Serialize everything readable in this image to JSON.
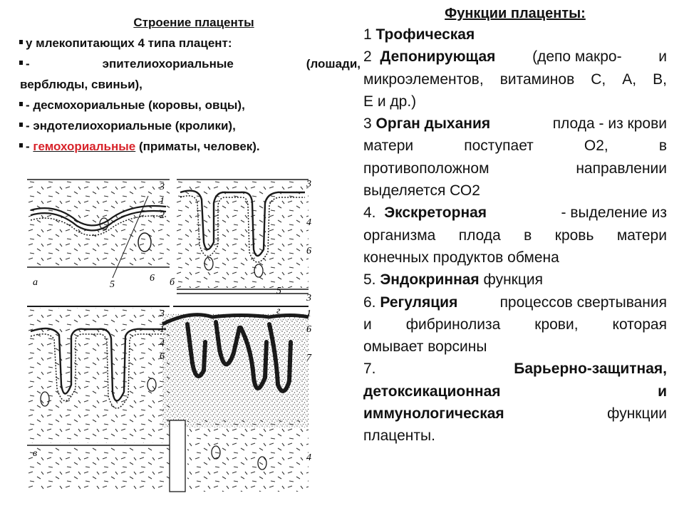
{
  "left": {
    "title": "Строение плаценты",
    "intro": "у млекопитающих 4 типа плацент:",
    "items": [
      {
        "dash": "-",
        "name": "эпителиохориальные",
        "detail": "(лошади,",
        "cont": "верблюды, свиньи),"
      },
      {
        "text": "- десмохориальные (коровы, овцы),"
      },
      {
        "text": "- эндотелиохориальные (кролики),"
      },
      {
        "dash": "- ",
        "name": "гемохориальные",
        "detail": " (приматы, человек)."
      }
    ]
  },
  "figure": {
    "panel_labels": [
      "а",
      "б",
      "в",
      "г"
    ],
    "numbers": [
      "1",
      "2",
      "3",
      "4",
      "5",
      "6",
      "7"
    ],
    "colors": {
      "ink": "#1a1a1a",
      "stipple": "#6a6a6a"
    }
  },
  "right": {
    "title": "Функции плаценты:",
    "items": [
      {
        "num": "1",
        "bold": "Трофическая"
      },
      {
        "num": "2",
        "bold": "Депонирующая",
        "l1": "(депо макро-",
        "l1b": "и",
        "l2": [
          "микроэлементов,",
          "витаминов",
          "С,",
          "А,",
          "В,"
        ],
        "l3": "Е и др.)"
      },
      {
        "num": "3",
        "bold": "Орган дыхания",
        "l1": "плода - из крови",
        "l2": [
          "матери",
          "поступает",
          "О2,",
          "в"
        ],
        "l3": [
          "противоположном",
          "направлении"
        ],
        "l4": "выделяется СО2"
      },
      {
        "num": "4.",
        "bold": "Экскреторная",
        "l1": "- выделение из",
        "l2": [
          "организма",
          "плода",
          "в",
          "кровь",
          "матери"
        ],
        "l3": "конечных продуктов обмена"
      },
      {
        "num": "5.",
        "bold": "Эндокринная",
        "rest": "функция"
      },
      {
        "num": "6.",
        "bold": "Регуляция",
        "l1": "процессов свертывания",
        "l2": [
          "и",
          "фибринолиза",
          "крови,",
          "которая"
        ],
        "l3": "омывает ворсины"
      },
      {
        "num": "7.",
        "bold1": "Барьерно-защитная,",
        "bold2": "детоксикационная",
        "and": "и",
        "bold3": "иммунологическая",
        "rest1": "функции",
        "rest2": "плаценты."
      }
    ]
  }
}
